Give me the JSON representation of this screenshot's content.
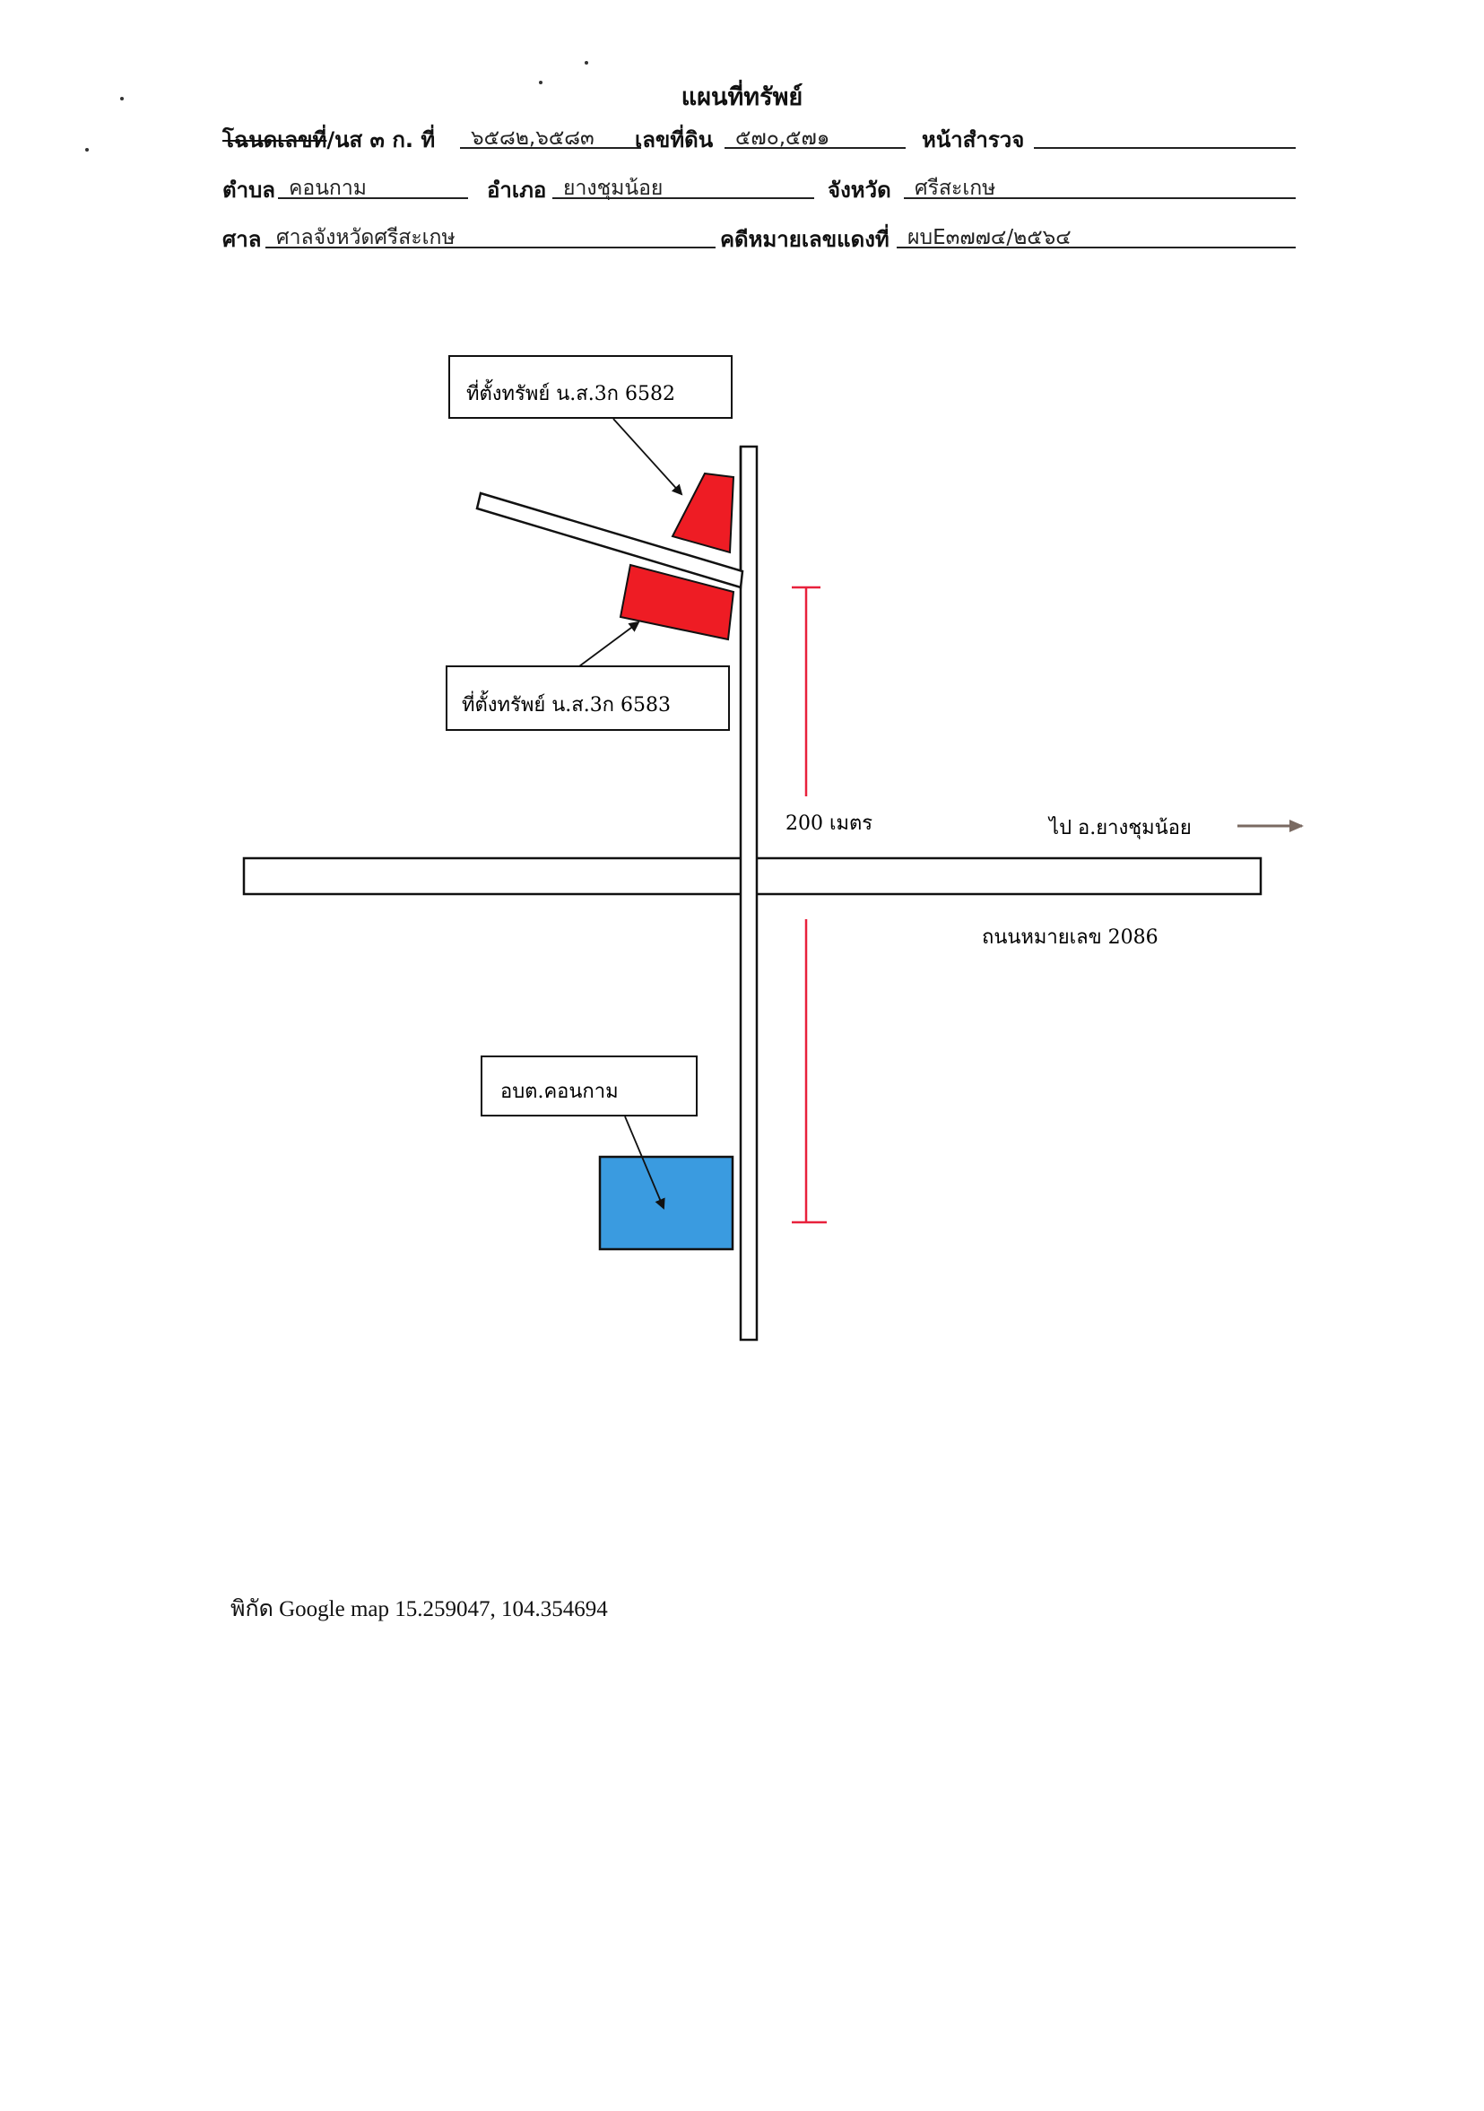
{
  "document": {
    "title": "แผนที่ทรัพย์"
  },
  "header": {
    "row1": {
      "deed_label_struck": "โฉนดเลขที่",
      "deed_label_rest": "/นส ๓ ก. ที่",
      "deed_value": "๖๕๘๒,๖๕๘๓",
      "land_no_label": "เลขที่ดิน",
      "land_no_value": "๕๗๐,๕๗๑",
      "survey_page_label": "หน้าสำรวจ",
      "survey_page_value": ""
    },
    "row2": {
      "subdistrict_label": "ตำบล",
      "subdistrict_value": "คอนกาม",
      "district_label": "อำเภอ",
      "district_value": "ยางชุมน้อย",
      "province_label": "จังหวัด",
      "province_value": "ศรีสะเกษ"
    },
    "row3": {
      "court_label": "ศาล",
      "court_value": "ศาลจังหวัดศรีสะเกษ",
      "case_label": "คดีหมายเลขแดงที่",
      "case_value": "ผบE๓๗๗๔/๒๕๖๔"
    }
  },
  "map": {
    "property_1_label": "ที่ตั้งทรัพย์ น.ส.3ก 6582",
    "property_2_label": "ที่ตั้งทรัพย์ น.ส.3ก 6583",
    "office_label": "อบต.คอนกาม",
    "distance_label": "200 เมตร",
    "direction_label": "ไป อ.ยางชุมน้อย",
    "road_label": "ถนนหมายเลข 2086",
    "colors": {
      "property": "#ee1c24",
      "office": "#3a9be0",
      "distance_marker": "#e8213c",
      "arrow": "#7a6a62"
    }
  },
  "footer": {
    "coordinates": "พิกัด Google map  15.259047, 104.354694"
  }
}
